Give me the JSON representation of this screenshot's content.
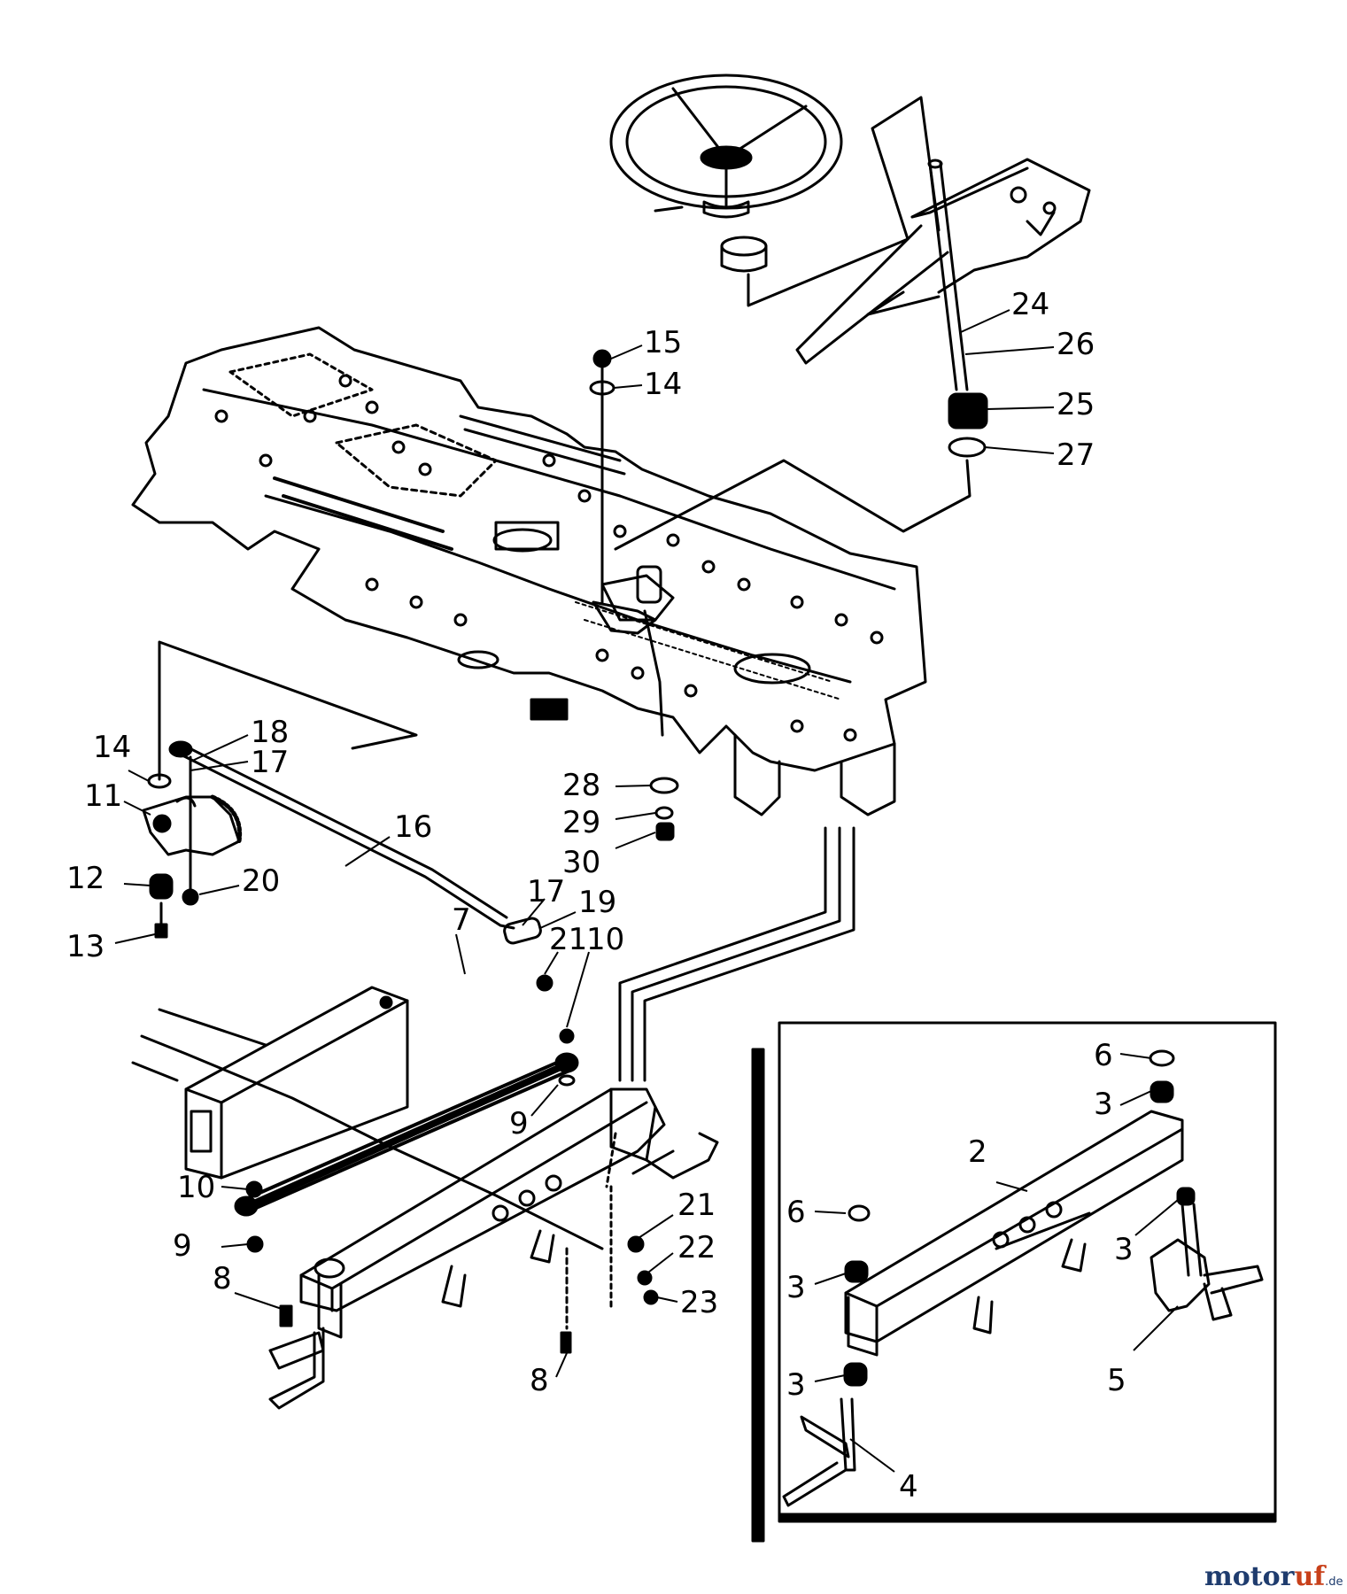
{
  "callouts": [
    {
      "id": "c15",
      "text": "15"
    },
    {
      "id": "c14a",
      "text": "14"
    },
    {
      "id": "c24",
      "text": "24"
    },
    {
      "id": "c26",
      "text": "26"
    },
    {
      "id": "c25",
      "text": "25"
    },
    {
      "id": "c27",
      "text": "27"
    },
    {
      "id": "c18",
      "text": "18"
    },
    {
      "id": "c17a",
      "text": "17"
    },
    {
      "id": "c14b",
      "text": "14"
    },
    {
      "id": "c11",
      "text": "11"
    },
    {
      "id": "c12",
      "text": "12"
    },
    {
      "id": "c20",
      "text": "20"
    },
    {
      "id": "c13",
      "text": "13"
    },
    {
      "id": "c16",
      "text": "16"
    },
    {
      "id": "c28",
      "text": "28"
    },
    {
      "id": "c29",
      "text": "29"
    },
    {
      "id": "c30",
      "text": "30"
    },
    {
      "id": "c17b",
      "text": "17"
    },
    {
      "id": "c19",
      "text": "19"
    },
    {
      "id": "c21a",
      "text": "21"
    },
    {
      "id": "c10a",
      "text": "10"
    },
    {
      "id": "c7",
      "text": "7"
    },
    {
      "id": "c9a",
      "text": "9"
    },
    {
      "id": "c10b",
      "text": "10"
    },
    {
      "id": "c9b",
      "text": "9"
    },
    {
      "id": "c8a",
      "text": "8"
    },
    {
      "id": "c21b",
      "text": "21"
    },
    {
      "id": "c22",
      "text": "22"
    },
    {
      "id": "c23",
      "text": "23"
    },
    {
      "id": "c8b",
      "text": "8"
    },
    {
      "id": "c6a",
      "text": "6"
    },
    {
      "id": "c3a",
      "text": "3"
    },
    {
      "id": "c2",
      "text": "2"
    },
    {
      "id": "c6b",
      "text": "6"
    },
    {
      "id": "c3b",
      "text": "3"
    },
    {
      "id": "c3c",
      "text": "3"
    },
    {
      "id": "c3d",
      "text": "3"
    },
    {
      "id": "c5",
      "text": "5"
    },
    {
      "id": "c4",
      "text": "4"
    }
  ],
  "watermark": {
    "part1": "motor",
    "part2": "uf",
    "suffix": ".de"
  }
}
